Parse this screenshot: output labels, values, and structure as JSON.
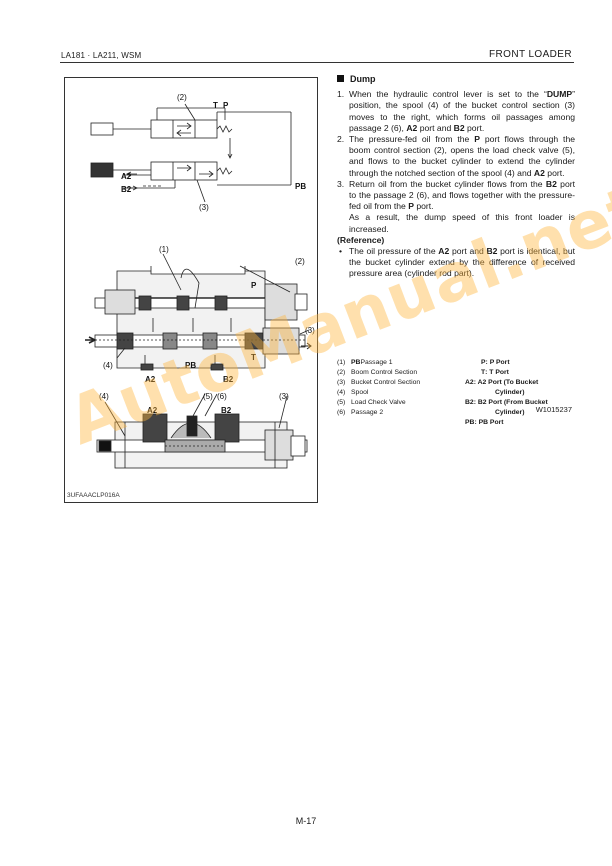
{
  "header": {
    "left": "LA181 · LA211, WSM",
    "right": "FRONT LOADER"
  },
  "figure": {
    "code": "3UFAAACLP016A",
    "labels": {
      "c2": "(2)",
      "t": "T",
      "p": "P",
      "a2": "A2",
      "b2": "B2",
      "pb": "PB",
      "c3": "(3)",
      "m_c1": "(1)",
      "m_c2": "(2)",
      "m_p": "P",
      "m_c3": "(3)",
      "m_c4": "(4)",
      "m_pb": "PB",
      "m_t": "T",
      "m_a2": "A2",
      "m_b2": "B2",
      "b_c4": "(4)",
      "b_c5": "(5)",
      "b_c6": "(6)",
      "b_c3": "(3)",
      "b_a2": "A2",
      "b_b2": "B2"
    }
  },
  "section": {
    "title": "Dump",
    "steps": [
      {
        "num": "1.",
        "parts": [
          "When the hydraulic control lever is set to the “",
          "DUMP",
          "” position, the spool (4) of the bucket control section (3) moves to the right, which forms oil passages among passage 2 (6), ",
          "A2",
          " port and ",
          "B2",
          " port."
        ]
      },
      {
        "num": "2.",
        "parts": [
          "The pressure-fed oil from the ",
          "P",
          " port flows through the boom control section (2), opens the load check valve (5), and flows to the bucket cylinder to extend the cylinder through the notched section of the spool (4) and ",
          "A2",
          " port."
        ]
      },
      {
        "num": "3.",
        "parts": [
          "Return oil from the bucket cylinder flows from the ",
          "B2",
          " port to the passage 2 (6), and flows together with the pressure-fed oil from the ",
          "P",
          " port."
        ],
        "extra": "As a result, the dump speed of this front loader is increased."
      }
    ],
    "reference_title": "(Reference)",
    "reference_bullet": "•",
    "reference_parts": [
      "The oil pressure of the ",
      "A2",
      " port and ",
      "B2",
      " port is identical, but the bucket cylinder extend by the difference of received pressure area (cylinder rod part)."
    ]
  },
  "legend": {
    "left": [
      {
        "n": "(1)",
        "k": "PB",
        "t": " Passage 1"
      },
      {
        "n": "(2)",
        "k": "",
        "t": "Boom Control Section"
      },
      {
        "n": "(3)",
        "k": "",
        "t": "Bucket Control Section"
      },
      {
        "n": "(4)",
        "k": "",
        "t": "Spool"
      },
      {
        "n": "(5)",
        "k": "",
        "t": "Load Check Valve"
      },
      {
        "n": "(6)",
        "k": "",
        "t": "Passage 2"
      }
    ],
    "right": [
      {
        "k": "P",
        "t": " : P Port"
      },
      {
        "k": "T",
        "t": " : T Port"
      },
      {
        "k": "A2",
        "t": " : A2 Port (To Bucket"
      },
      {
        "k": "",
        "t": "Cylinder)",
        "indent": true
      },
      {
        "k": "B2",
        "t": " : B2 Port (From Bucket"
      },
      {
        "k": "",
        "t": "Cylinder)",
        "indent": true
      },
      {
        "k": "PB",
        "t": " : PB Port"
      }
    ]
  },
  "wcode": "W1015237",
  "page_number": "M-17",
  "watermark": "AutoManual.net"
}
